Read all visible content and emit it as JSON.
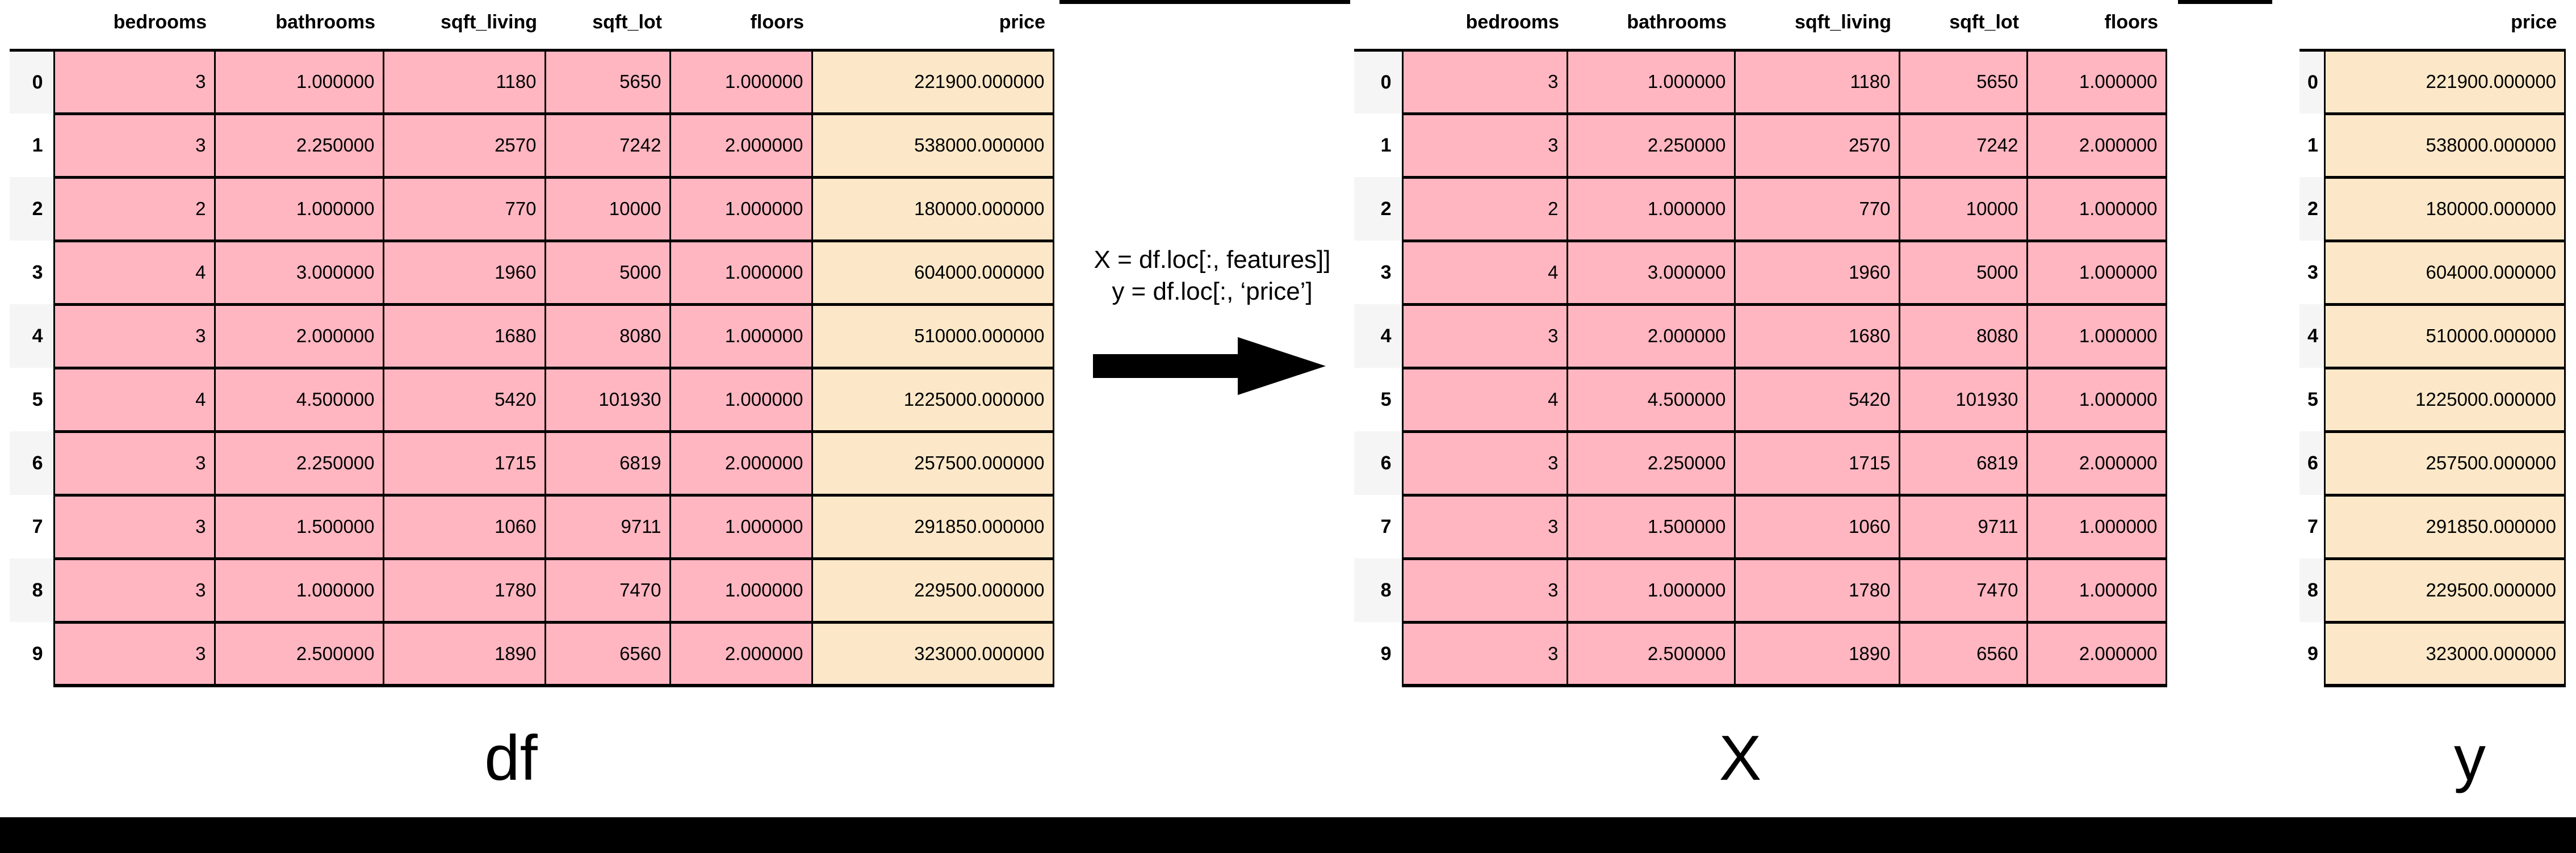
{
  "figure": {
    "annotation_lines": [
      "X = df.loc[:, features]]",
      "y = df.loc[:, ‘price’]"
    ],
    "arrow_name": "right-arrow",
    "colors": {
      "feature_cell": "#ffb6c1",
      "target_cell": "#fce8c8",
      "row_index_alt": "#f5f5f5",
      "border": "#000000",
      "background": "#ffffff"
    }
  },
  "df_table": {
    "caption": "df",
    "columns": [
      "bedrooms",
      "bathrooms",
      "sqft_living",
      "sqft_lot",
      "floors",
      "price"
    ],
    "index": [
      "0",
      "1",
      "2",
      "3",
      "4",
      "5",
      "6",
      "7",
      "8",
      "9"
    ],
    "rows": [
      [
        "3",
        "1.000000",
        "1180",
        "5650",
        "1.000000",
        "221900.000000"
      ],
      [
        "3",
        "2.250000",
        "2570",
        "7242",
        "2.000000",
        "538000.000000"
      ],
      [
        "2",
        "1.000000",
        "770",
        "10000",
        "1.000000",
        "180000.000000"
      ],
      [
        "4",
        "3.000000",
        "1960",
        "5000",
        "1.000000",
        "604000.000000"
      ],
      [
        "3",
        "2.000000",
        "1680",
        "8080",
        "1.000000",
        "510000.000000"
      ],
      [
        "4",
        "4.500000",
        "5420",
        "101930",
        "1.000000",
        "1225000.000000"
      ],
      [
        "3",
        "2.250000",
        "1715",
        "6819",
        "2.000000",
        "257500.000000"
      ],
      [
        "3",
        "1.500000",
        "1060",
        "9711",
        "1.000000",
        "291850.000000"
      ],
      [
        "3",
        "1.000000",
        "1780",
        "7470",
        "1.000000",
        "229500.000000"
      ],
      [
        "3",
        "2.500000",
        "1890",
        "6560",
        "2.000000",
        "323000.000000"
      ]
    ]
  },
  "x_table": {
    "caption": "X",
    "columns": [
      "bedrooms",
      "bathrooms",
      "sqft_living",
      "sqft_lot",
      "floors"
    ],
    "index": [
      "0",
      "1",
      "2",
      "3",
      "4",
      "5",
      "6",
      "7",
      "8",
      "9"
    ],
    "rows": [
      [
        "3",
        "1.000000",
        "1180",
        "5650",
        "1.000000"
      ],
      [
        "3",
        "2.250000",
        "2570",
        "7242",
        "2.000000"
      ],
      [
        "2",
        "1.000000",
        "770",
        "10000",
        "1.000000"
      ],
      [
        "4",
        "3.000000",
        "1960",
        "5000",
        "1.000000"
      ],
      [
        "3",
        "2.000000",
        "1680",
        "8080",
        "1.000000"
      ],
      [
        "4",
        "4.500000",
        "5420",
        "101930",
        "1.000000"
      ],
      [
        "3",
        "2.250000",
        "1715",
        "6819",
        "2.000000"
      ],
      [
        "3",
        "1.500000",
        "1060",
        "9711",
        "1.000000"
      ],
      [
        "3",
        "1.000000",
        "1780",
        "7470",
        "1.000000"
      ],
      [
        "3",
        "2.500000",
        "1890",
        "6560",
        "2.000000"
      ]
    ]
  },
  "y_table": {
    "caption": "y",
    "columns": [
      "price"
    ],
    "index": [
      "0",
      "1",
      "2",
      "3",
      "4",
      "5",
      "6",
      "7",
      "8",
      "9"
    ],
    "rows": [
      [
        "221900.000000"
      ],
      [
        "538000.000000"
      ],
      [
        "180000.000000"
      ],
      [
        "604000.000000"
      ],
      [
        "510000.000000"
      ],
      [
        "1225000.000000"
      ],
      [
        "257500.000000"
      ],
      [
        "291850.000000"
      ],
      [
        "229500.000000"
      ],
      [
        "323000.000000"
      ]
    ]
  }
}
